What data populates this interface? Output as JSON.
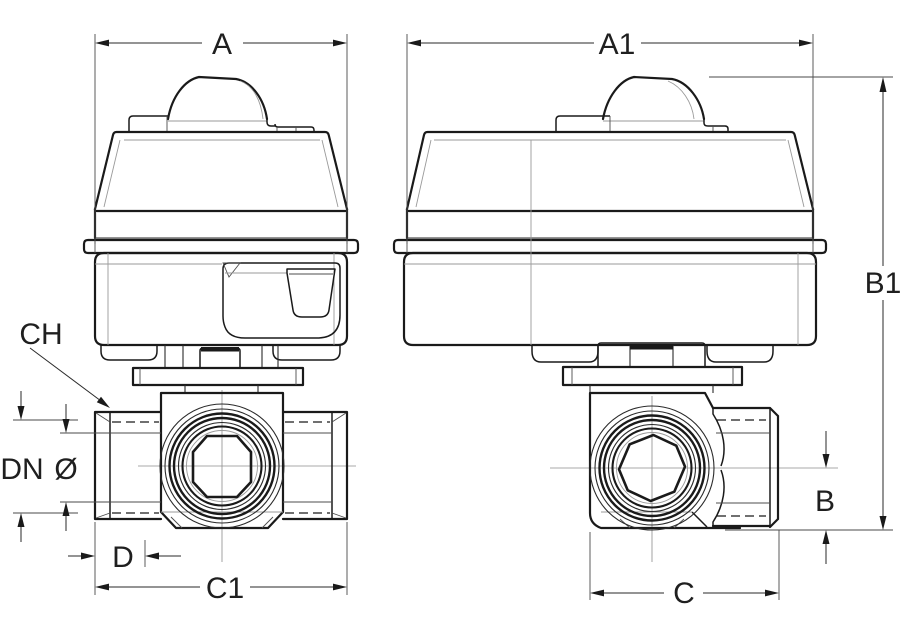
{
  "drawing": {
    "background_color": "#ffffff",
    "line_color": "#1a1a1a",
    "centerline_color": "#8c8c8c",
    "dimension_text_color": "#1f1f1f",
    "front_view": {
      "dim_actuator_width": "A",
      "dim_overall_length": "C1",
      "dim_thread_depth": "D",
      "dim_nominal_bore": "DN",
      "dim_bore_diameter": "Ø",
      "label_wrench_flats": "CH"
    },
    "side_view": {
      "dim_actuator_width": "A1",
      "dim_overall_height": "B1",
      "dim_lower_height": "B",
      "dim_body_depth": "C"
    }
  }
}
